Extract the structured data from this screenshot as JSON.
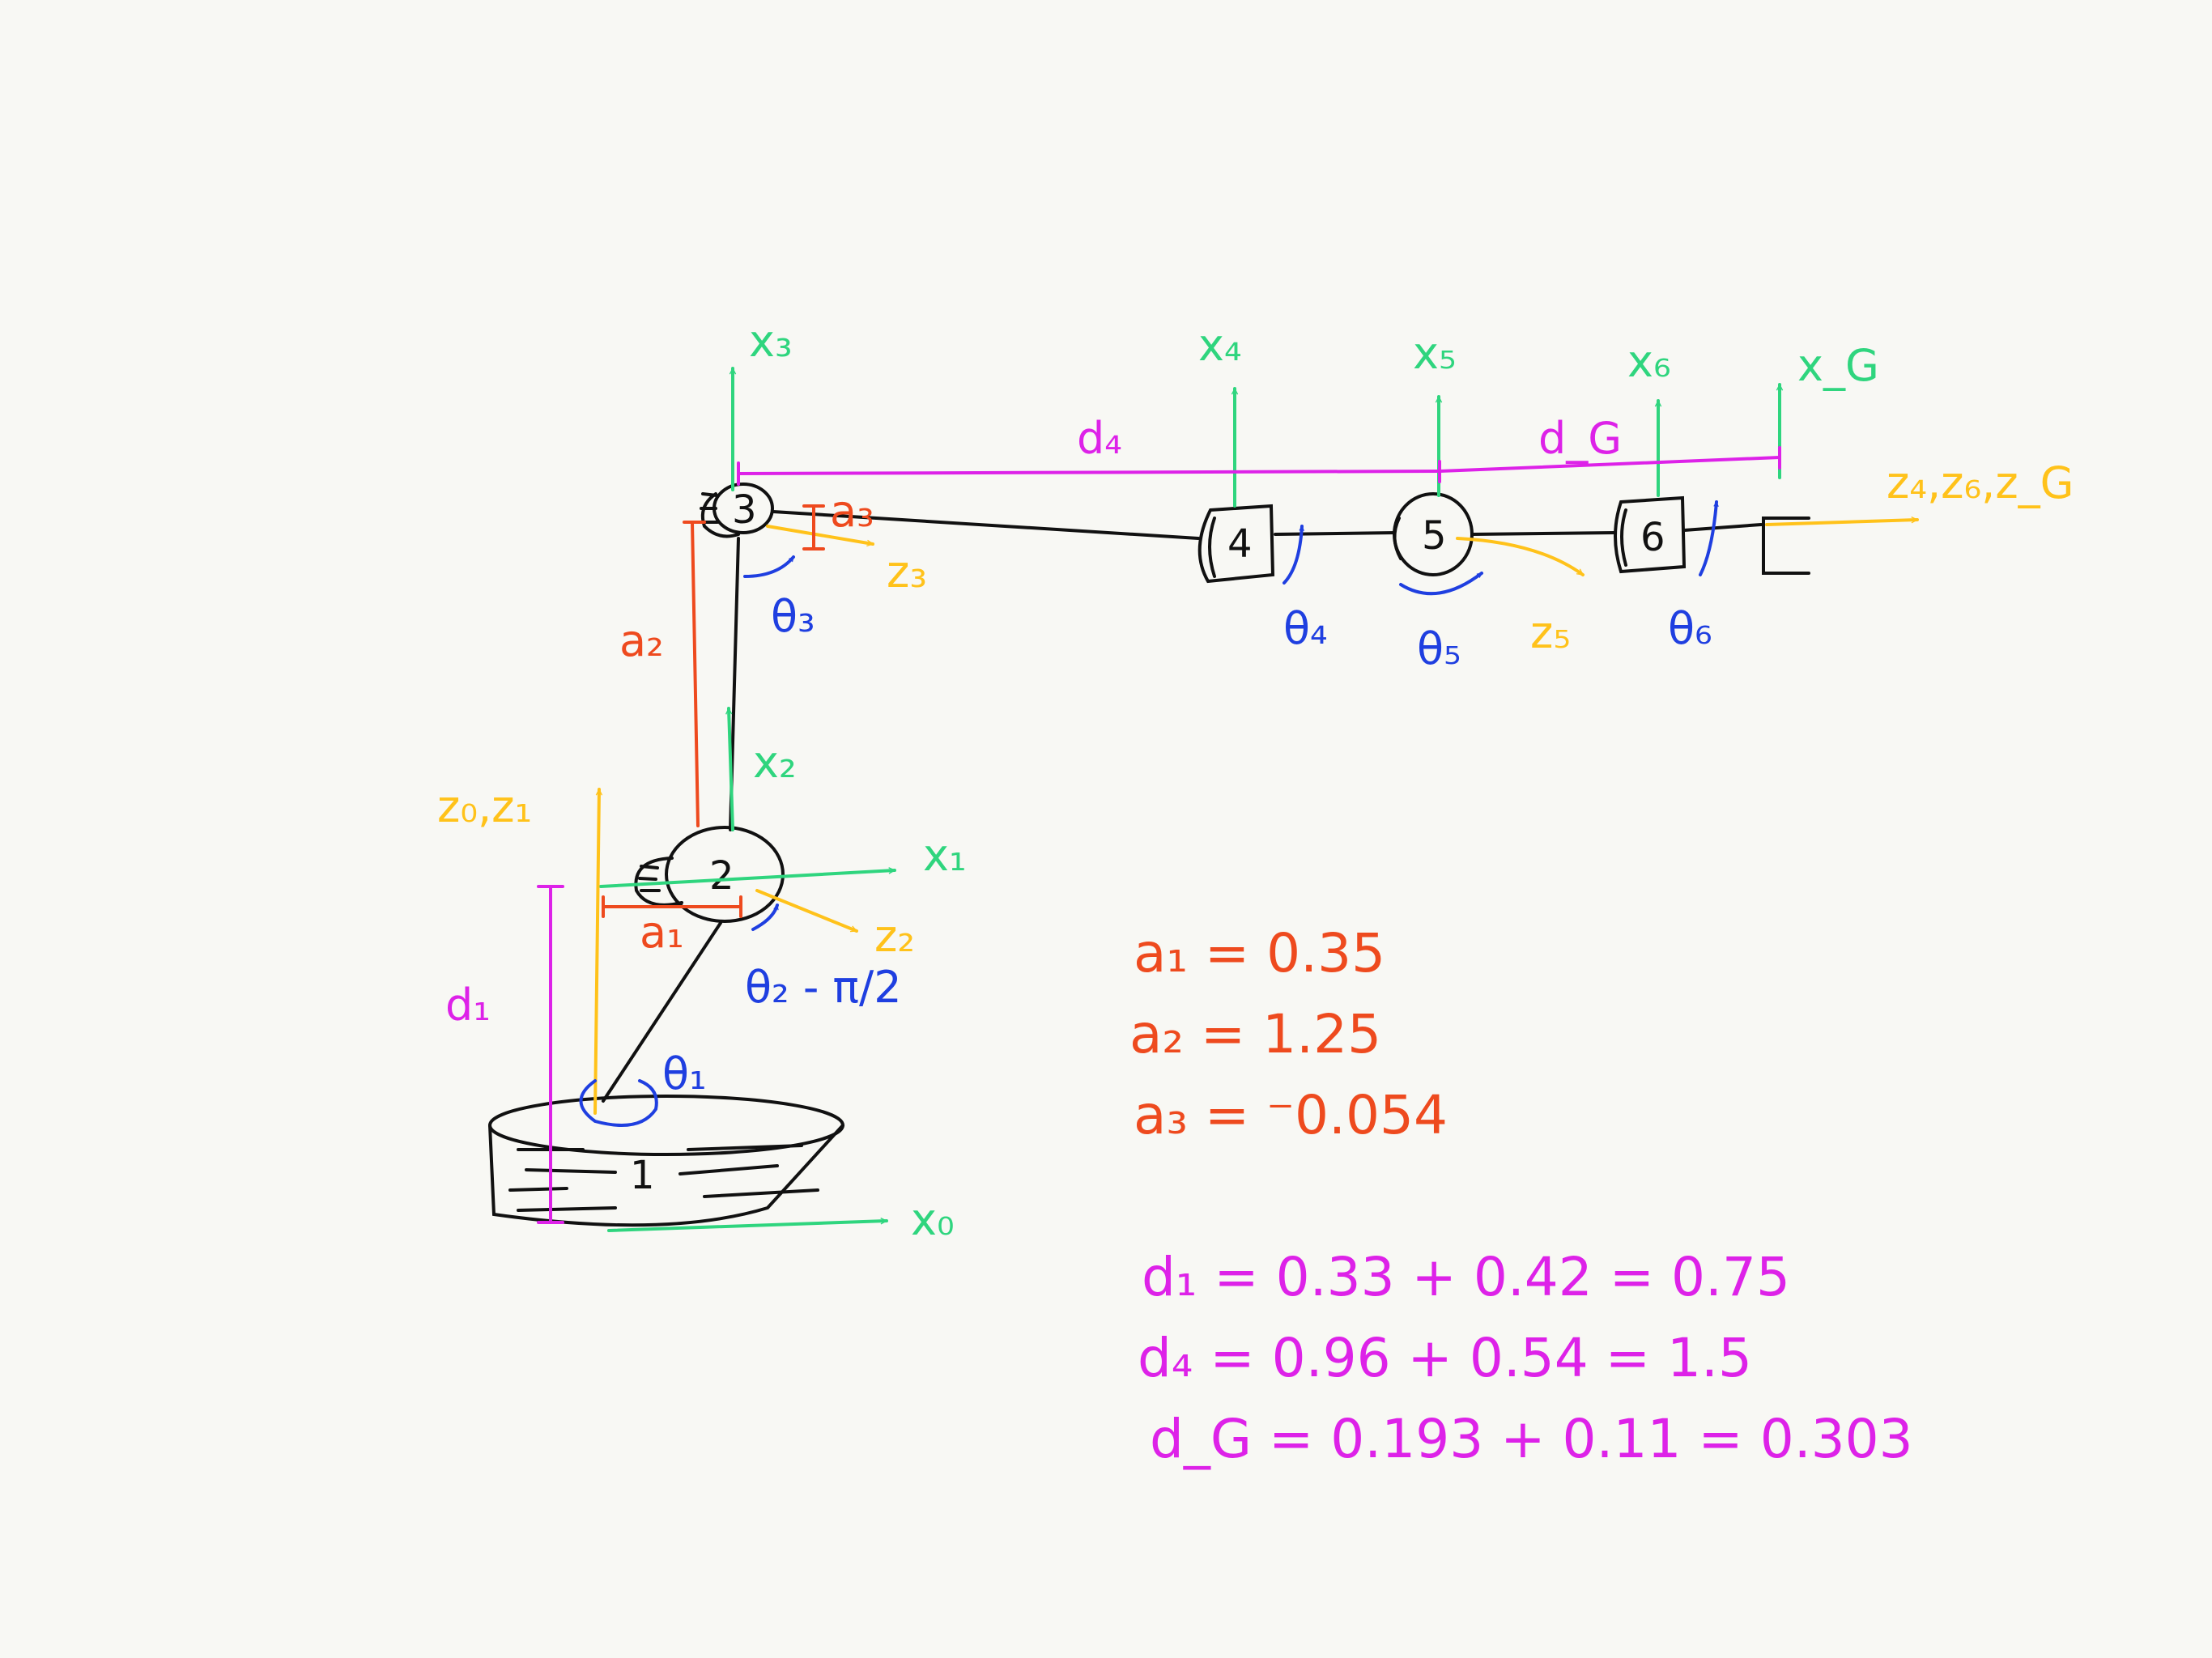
{
  "colors": {
    "background": "#f8f8f4",
    "x_axis": "#2fd57e",
    "z_axis": "#ffc21a",
    "theta": "#1f3fe0",
    "a_param": "#ee4a1e",
    "d_param": "#dd22e8",
    "ink": "#111111"
  },
  "joints": {
    "j1": "1",
    "j2": "2",
    "j3": "3",
    "j4": "4",
    "j5": "5",
    "j6": "6"
  },
  "axis_labels": {
    "x0": "x₀",
    "x1": "x₁",
    "x2": "x₂",
    "x3": "x₃",
    "x4": "x₄",
    "x5": "x₅",
    "x6": "x₆",
    "xG": "x_G",
    "z01": "z₀,z₁",
    "z2": "z₂",
    "z3": "z₃",
    "z5": "z₅",
    "z46G": "z₄,z₆,z_G"
  },
  "angle_labels": {
    "theta1": "θ₁",
    "theta2": "θ₂ - π/2",
    "theta3": "θ₃",
    "theta4": "θ₄",
    "theta5": "θ₅",
    "theta6": "θ₆"
  },
  "link_labels": {
    "a1": "a₁",
    "a2": "a₂",
    "a3": "a₃",
    "d1": "d₁",
    "d4": "d₄",
    "dG": "d_G"
  },
  "equations": {
    "a1": "a₁ = 0.35",
    "a2": "a₂ = 1.25",
    "a3": "a₃ = ⁻0.054",
    "d1": "d₁ = 0.33 + 0.42 = 0.75",
    "d4": "d₄ = 0.96 + 0.54 = 1.5",
    "dG": "d_G = 0.193 + 0.11 = 0.303"
  }
}
